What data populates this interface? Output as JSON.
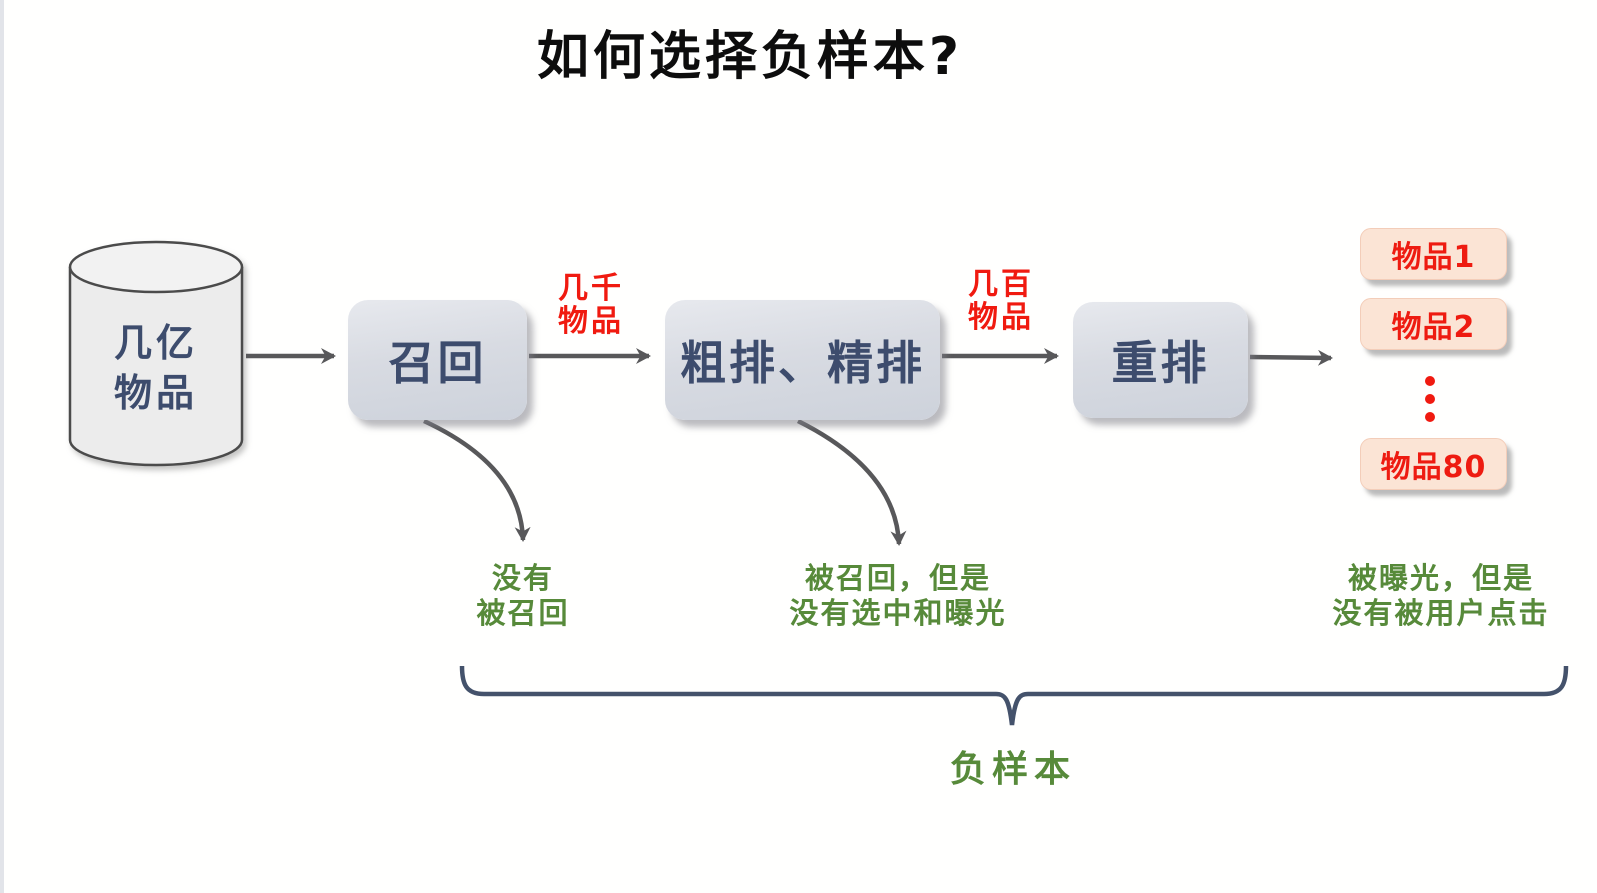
{
  "title": "如何选择负样本?",
  "source": {
    "shape": "database-cylinder",
    "label_lines": [
      "几亿",
      "物品"
    ]
  },
  "stages": [
    {
      "label": "召回"
    },
    {
      "label": "粗排、精排"
    },
    {
      "label": "重排"
    }
  ],
  "edge_labels": [
    {
      "lines": [
        "几千",
        "物品"
      ]
    },
    {
      "lines": [
        "几百",
        "物品"
      ]
    }
  ],
  "outputs": {
    "items": [
      "物品1",
      "物品2",
      "物品80"
    ],
    "ellipsis": "⋮"
  },
  "negative_notes": [
    {
      "lines": [
        "没有",
        "被召回"
      ]
    },
    {
      "lines": [
        "被召回，但是",
        "没有选中和曝光"
      ]
    },
    {
      "lines": [
        "被曝光，但是",
        "没有被用户点击"
      ]
    }
  ],
  "brace_label": "负样本",
  "colors": {
    "title_text": "#0d0d0d",
    "box_text": "#3d4c6d",
    "box_fill": "#d8dbe2",
    "cylinder_fill": "#ececec",
    "red_accent": "#f01a10",
    "item_fill": "#fbe4d5",
    "green_accent": "#578a3a",
    "arrow": "#58585a",
    "brace": "#44526b"
  }
}
